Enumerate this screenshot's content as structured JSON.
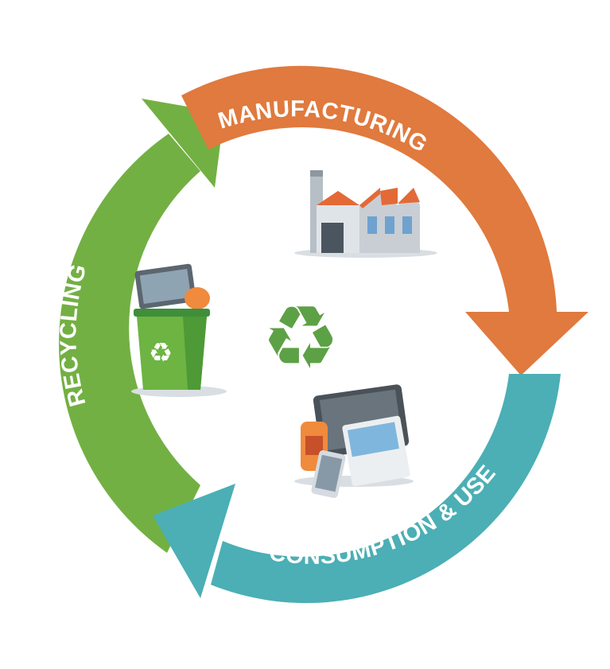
{
  "cycle": {
    "stages": [
      {
        "id": "manufacturing",
        "label": "MANUFACTURING",
        "color": "#E07A3E",
        "icon": "factory-icon"
      },
      {
        "id": "consumption",
        "label": "CONSUMPTION & USE",
        "color": "#4BAFB5",
        "icon": "devices-icon"
      },
      {
        "id": "recycling",
        "label": "RECYCLING",
        "color": "#73B043",
        "icon": "recycle-bin-icon"
      }
    ],
    "center_icon": "recycle-symbol-icon",
    "center_color": "#5DA146"
  }
}
